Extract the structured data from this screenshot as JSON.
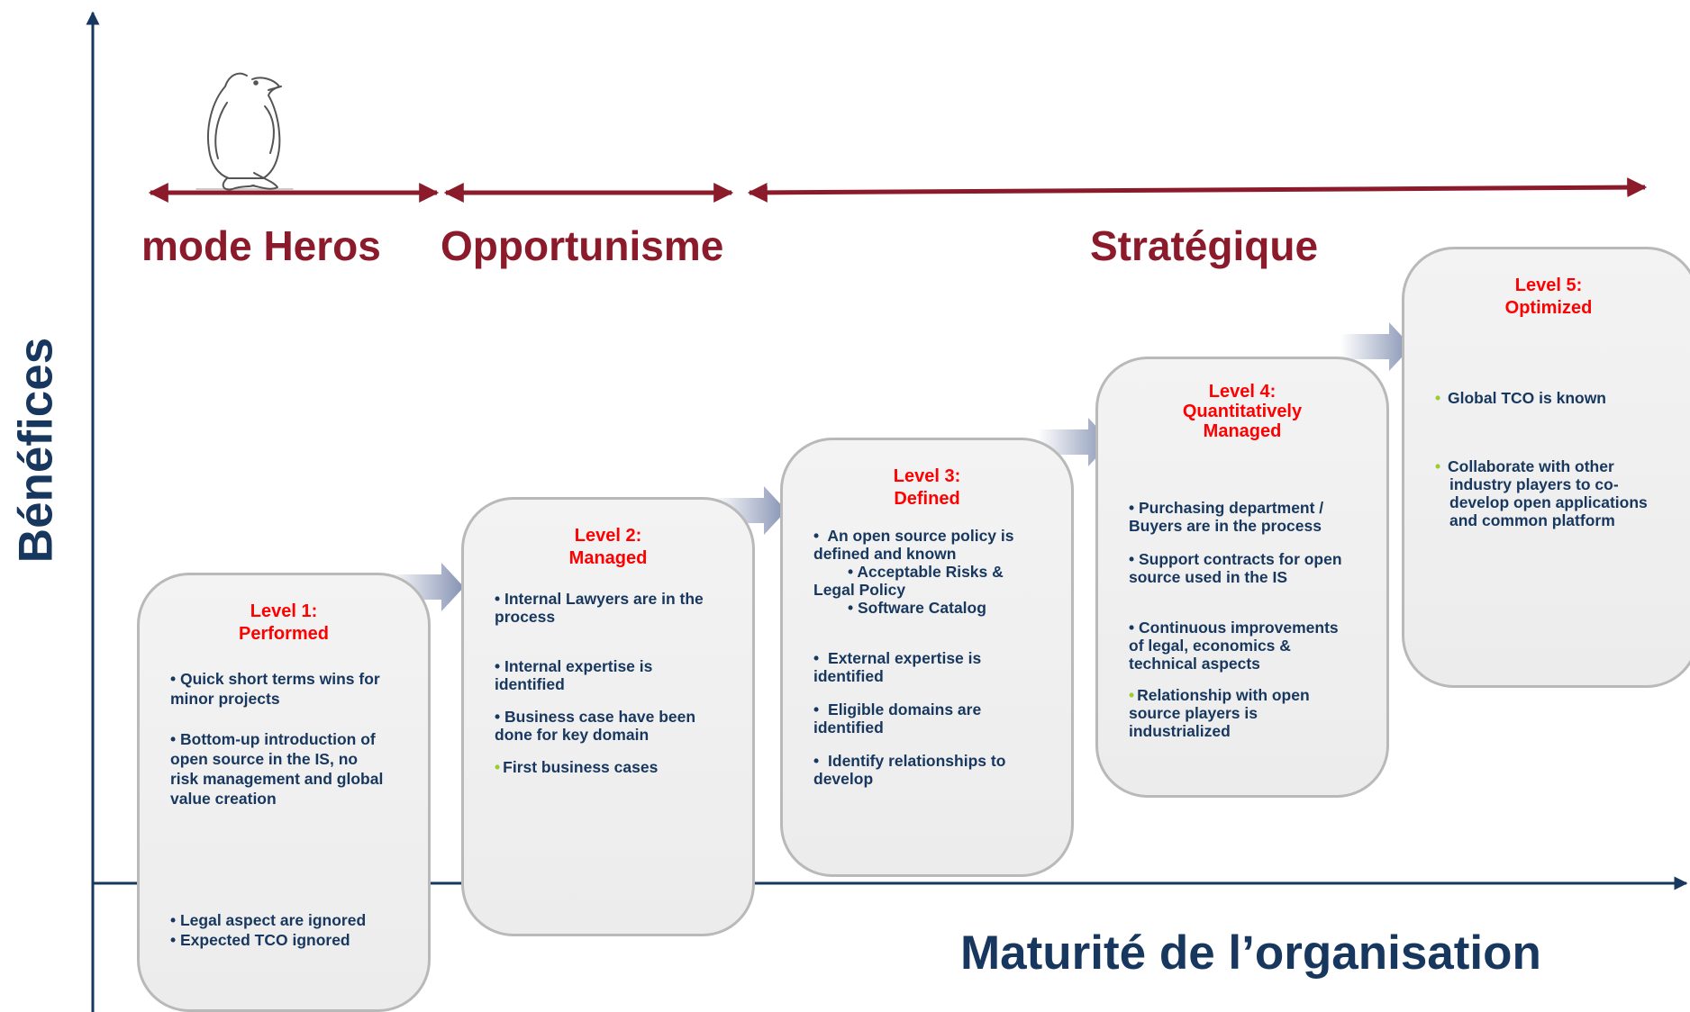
{
  "phases": [
    {
      "label": "mode Heros"
    },
    {
      "label": "Opportunisme"
    },
    {
      "label": "Stratégique"
    }
  ],
  "axes": {
    "x_title": "Maturité de l’organisation",
    "y_title": "Bénéfices"
  },
  "icons": {
    "mascot": "penguin-icon",
    "step_arrow": "chevron-right-arrow-icon"
  },
  "colors": {
    "phase": "#8b1a2b",
    "axis": "#17375e",
    "level_title": "#ff0000",
    "body_text": "#17375e",
    "green_bullet": "#9acd32",
    "box_border": "#b9b9b9"
  },
  "levels": [
    {
      "title": [
        "Level 1:",
        "Performed"
      ],
      "items": [
        [
          "• Quick short terms wins for",
          "minor projects"
        ],
        [
          "• Bottom-up introduction of",
          "open source in the IS, no",
          "risk management and global",
          "value creation"
        ],
        [
          "• Legal aspect are ignored"
        ],
        [
          "• Expected TCO ignored"
        ]
      ]
    },
    {
      "title": [
        "Level 2:",
        "Managed"
      ],
      "items": [
        [
          "• Internal Lawyers are in the",
          "process"
        ],
        [
          "• Internal  expertise is",
          "identified"
        ],
        [
          "• Business case have been",
          "done for key domain"
        ],
        [
          "First business cases"
        ]
      ]
    },
    {
      "title": [
        "Level 3:",
        "Defined"
      ],
      "items": [
        [
          "An open source policy is",
          "defined and known"
        ],
        [
          "• Acceptable Risks &",
          "Legal Policy"
        ],
        [
          "• Software Catalog"
        ],
        [
          "External expertise is",
          "identified"
        ],
        [
          "Eligible domains are",
          "identified"
        ],
        [
          "Identify relationships to",
          "develop"
        ]
      ]
    },
    {
      "title": [
        "Level 4:",
        "Quantitatively",
        "Managed"
      ],
      "items": [
        [
          "• Purchasing department /",
          "Buyers are in the process"
        ],
        [
          "• Support contracts for open",
          "source used in the IS"
        ],
        [
          "• Continuous improvements",
          "of legal, economics &",
          "technical aspects"
        ],
        [
          "Relationship with open",
          "source players is",
          "industrialized"
        ]
      ]
    },
    {
      "title": [
        "Level 5:",
        "Optimized"
      ],
      "items": [
        [
          "Global TCO is known"
        ],
        [
          "Collaborate with other",
          "industry players to co-",
          "develop open applications",
          "and common platform"
        ]
      ]
    }
  ]
}
